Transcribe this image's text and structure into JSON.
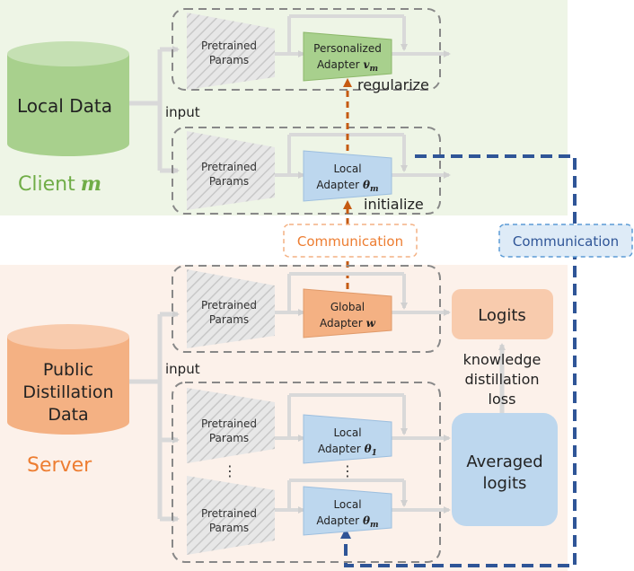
{
  "client": {
    "title": "Client",
    "title_var": "m",
    "local_data": "Local Data",
    "input_label": "input",
    "top": {
      "pretrained_line1": "Pretrained",
      "pretrained_line2": "Params",
      "adapter_line1": "Personalized",
      "adapter_line2": "Adapter",
      "adapter_var": "v",
      "adapter_sub": "m",
      "regularize": "regularize"
    },
    "bottom": {
      "pretrained_line1": "Pretrained",
      "pretrained_line2": "Params",
      "adapter_line1": "Local",
      "adapter_line2": "Adapter",
      "adapter_var": "θ",
      "adapter_sub": "m",
      "initialize": "initialize"
    }
  },
  "communication_left": "Communication",
  "communication_right": "Communication",
  "server": {
    "title": "Server",
    "public_line1": "Public",
    "public_line2": "Distillation",
    "public_line3": "Data",
    "input_label": "input",
    "global": {
      "pretrained_line1": "Pretrained",
      "pretrained_line2": "Params",
      "adapter_line1": "Global",
      "adapter_line2": "Adapter",
      "adapter_var": "w"
    },
    "local_1": {
      "pretrained_line1": "Pretrained",
      "pretrained_line2": "Params",
      "adapter_line1": "Local",
      "adapter_line2": "Adapter",
      "adapter_var": "θ",
      "adapter_sub": "1"
    },
    "local_m": {
      "pretrained_line1": "Pretrained",
      "pretrained_line2": "Params",
      "adapter_line1": "Local",
      "adapter_line2": "Adapter",
      "adapter_var": "θ",
      "adapter_sub": "m"
    },
    "ellipsis": "⋮",
    "logits": "Logits",
    "kd_line1": "knowledge",
    "kd_line2": "distillation",
    "kd_line3": "loss",
    "averaged_line1": "Averaged",
    "averaged_line2": "logits"
  },
  "colors": {
    "client_bg": "#eef5e6",
    "server_bg": "#fcf1ea",
    "green": "#a8d08d",
    "green_text": "#70ad47",
    "orange": "#f4b183",
    "orange_text": "#ed7d31",
    "orange_arrow": "#c55a11",
    "blue": "#bdd7ee",
    "navy": "#2f5597",
    "gray_arrow": "#d9d9d9"
  }
}
